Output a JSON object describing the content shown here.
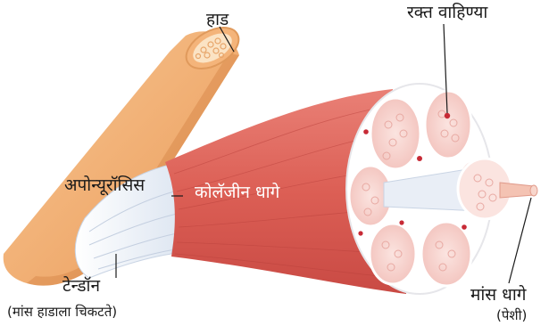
{
  "labels": {
    "bone": "हाड",
    "blood_vessels": "रक्त वाहिण्या",
    "aponeurosis": "अपोन्यूरॉसिस",
    "collagen_fibers": "कोलॅजीन धागे",
    "tendon": "टेन्डॉन",
    "tendon_note": "(मांस हाडाला चिकटते)",
    "muscle_fibers": "मांस धागे",
    "muscle_note": "(पेशी)"
  },
  "colors": {
    "bone": "#f2b57e",
    "bone_shadow": "#d98a4c",
    "bone_marrow": "#fbe3c4",
    "tendon": "#e8eef6",
    "muscle": "#e0675c",
    "muscle_dark": "#c94a44",
    "fascicle": "#f6d3cf",
    "fascicle_border": "#ffffff",
    "vessel": "#c72a36",
    "leader_line": "#1a1a1a"
  }
}
